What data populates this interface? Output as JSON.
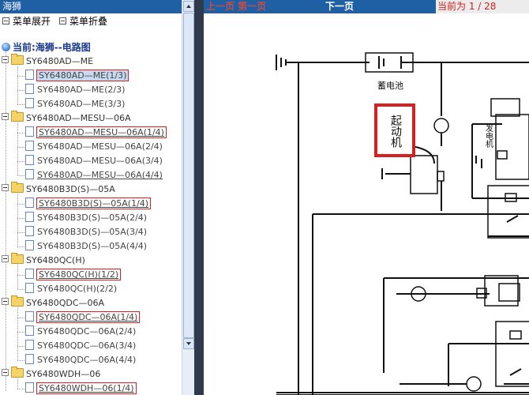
{
  "left": {
    "title": "海狮",
    "menu_expand": "菜单展开",
    "menu_collapse": "菜单折叠",
    "current_label": "当前:海狮--电路图"
  },
  "tree": {
    "groups": [
      {
        "label": "SY6480AD—ME",
        "items": [
          "SY6480AD—ME(1/3)",
          "SY6480AD—ME(2/3)",
          "SY6480AD—ME(3/3)"
        ]
      },
      {
        "label": "SY6480AD—MESU—06A",
        "items": [
          "SY6480AD—MESU—06A(1/4)",
          "SY6480AD—MESU—06A(2/4)",
          "SY6480AD—MESU—06A(3/4)",
          "SY6480AD—MESU—06A(4/4)"
        ]
      },
      {
        "label": "SY6480B3D(S)—05A",
        "items": [
          "SY6480B3D(S)—05A(1/4)",
          "SY6480B3D(S)—05A(2/4)",
          "SY6480B3D(S)—05A(3/4)",
          "SY6480B3D(S)—05A(4/4)"
        ]
      },
      {
        "label": "SY6480QC(H)",
        "items": [
          "SY6480QC(H)(1/2)",
          "SY6480QC(H)(2/2)"
        ]
      },
      {
        "label": "SY6480QDC—06A",
        "items": [
          "SY6480QDC—06A(1/4)",
          "SY6480QDC—06A(2/4)",
          "SY6480QDC—06A(3/4)",
          "SY6480QDC—06A(4/4)"
        ]
      },
      {
        "label": "SY6480WDH—06",
        "items": [
          "SY6480WDH—06(1/4)"
        ]
      }
    ]
  },
  "nav": {
    "prev": "上一页 第一页",
    "next": "下一页",
    "page_indicator": "当前为  1 / 28"
  },
  "diagram": {
    "battery_label": "蓄电池",
    "starter_label": "起动机",
    "generator_label": "发电机"
  },
  "colors": {
    "title_bar": "#1f5fa4",
    "highlight": "#d42020",
    "splitter": "#2f3a4c"
  }
}
